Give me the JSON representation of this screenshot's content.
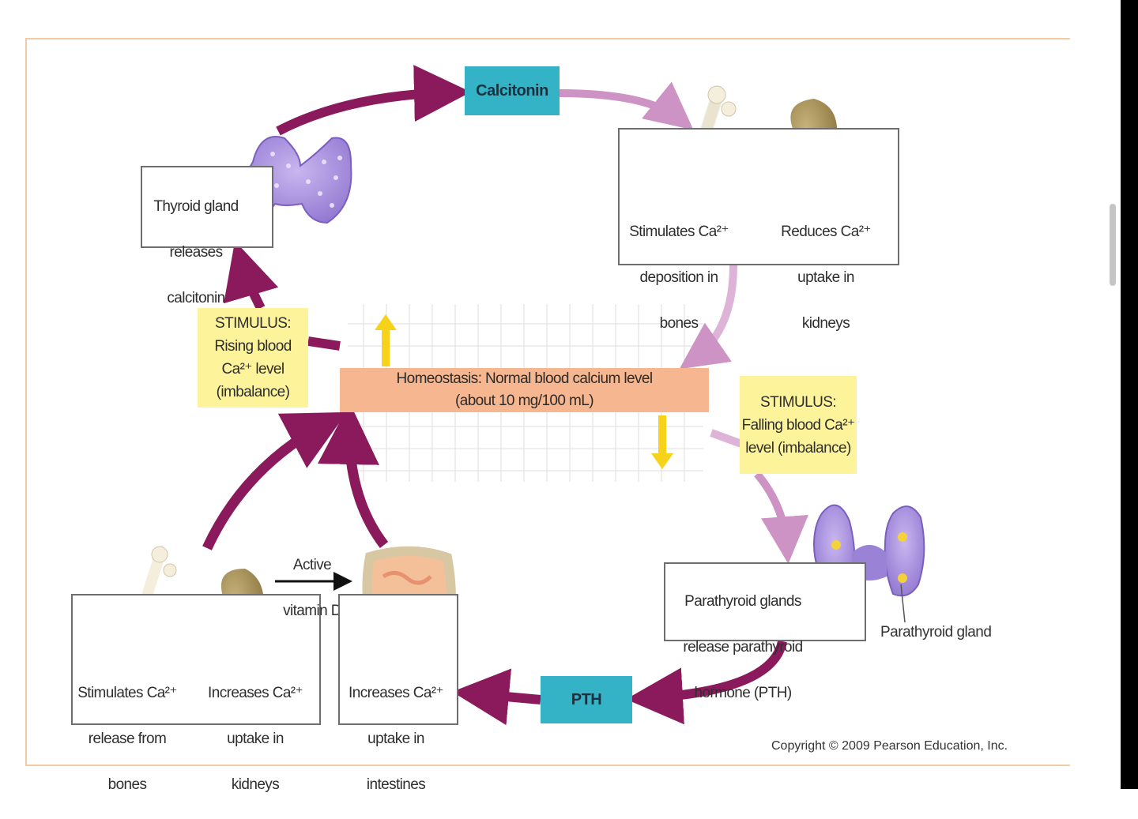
{
  "hormones": {
    "calcitonin": "Calcitonin",
    "pth": "PTH"
  },
  "thyroid_box": {
    "line1": "Thyroid gland",
    "line2": "releases",
    "line3": "calcitonin"
  },
  "top_right": {
    "left": {
      "line1": "Stimulates Ca²⁺",
      "line2": "deposition in",
      "line3": "bones"
    },
    "right": {
      "line1": "Reduces Ca²⁺",
      "line2": "uptake in",
      "line3": "kidneys"
    }
  },
  "stimulus_rising": {
    "line1": "STIMULUS:",
    "line2": "Rising blood",
    "line3": "Ca²⁺ level",
    "line4": "(imbalance)"
  },
  "stimulus_falling": {
    "line1": "STIMULUS:",
    "line2": "Falling blood Ca²⁺",
    "line3": "level (imbalance)"
  },
  "homeostasis": {
    "line1": "Homeostasis: Normal blood calcium level",
    "line2": "(about 10 mg/100 mL)"
  },
  "bottom_left": {
    "left": {
      "line1": "Stimulates Ca²⁺",
      "line2": "release from",
      "line3": "bones"
    },
    "right": {
      "line1": "Increases Ca²⁺",
      "line2": "uptake in",
      "line3": "kidneys"
    }
  },
  "active_vitamin": {
    "line1": "Active",
    "line2": "vitamin D"
  },
  "intestine_box": {
    "line1": "Increases Ca²⁺",
    "line2": "uptake in",
    "line3": "intestines"
  },
  "parathyroid_box": {
    "line1": "Parathyroid glands",
    "line2": "release parathyroid",
    "line3": "hormone (PTH)"
  },
  "parathyroid_label": "Parathyroid gland",
  "copyright": "Copyright © 2009 Pearson Education, Inc.",
  "colors": {
    "dark_arrow": "#8b1a5c",
    "light_arrow": "#cc93c4",
    "hormone_box": "#35b3c6",
    "stimulus_box": "#fdf39a",
    "homeostasis_bar": "#f6b68f",
    "up_down_arrow": "#f7d21a"
  }
}
